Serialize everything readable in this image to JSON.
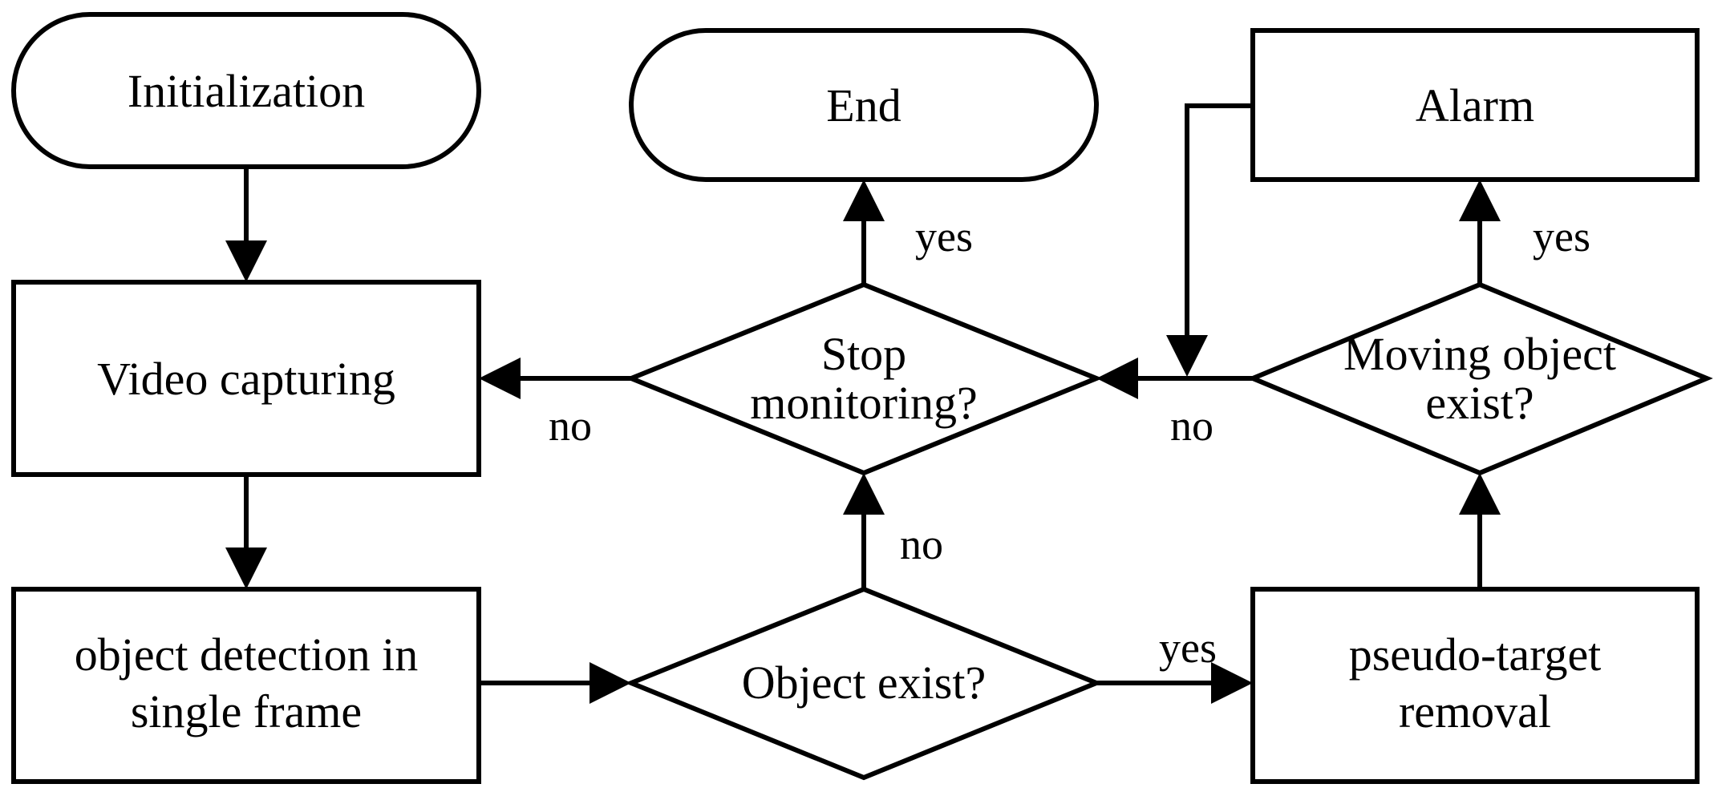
{
  "nodes": {
    "initialization": "Initialization",
    "end": "End",
    "alarm": "Alarm",
    "video_capturing": "Video capturing",
    "stop_monitoring": [
      "Stop",
      "monitoring?"
    ],
    "moving_object_exist": [
      "Moving object",
      "exist?"
    ],
    "object_detection": [
      "object detection in",
      "single frame"
    ],
    "object_exist": "Object exist?",
    "pseudo_target_removal": [
      "pseudo-target",
      "removal"
    ]
  },
  "edges": {
    "stop_yes": "yes",
    "stop_no": "no",
    "moving_yes": "yes",
    "moving_no": "no",
    "object_no": "no",
    "object_yes": "yes"
  }
}
